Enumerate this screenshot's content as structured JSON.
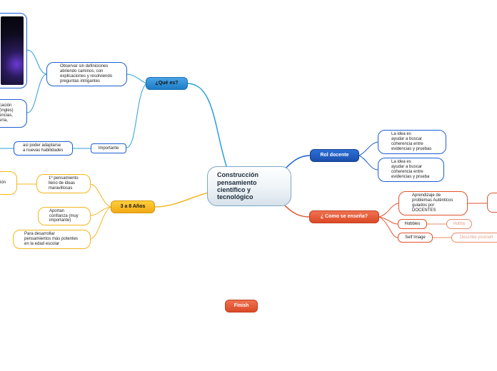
{
  "central": "Construcción\npensamiento\ncientífico y\ntecnológico",
  "branches": {
    "que_es": "¿Qué es?",
    "rol_docente": "Rol docente",
    "como_ensena": "¿ Como se enseña?",
    "anos": "3 a 8 Años",
    "finish": "Finish"
  },
  "que_es_children": {
    "observar": "Observar sin definiciones\nabriendo caminos, con\nexplicaciones y resolviendo\npreguntas intrigantes",
    "partial_node": "cación\n(ingles)\nencias,\nería,",
    "importante": "Importante",
    "adaptarse": "asi poder adaptarse\na nuevas habilidades"
  },
  "rol_docente_children": [
    "La idea es\nayudar a buscar\ncoherencia entre\nevidencias y pruebas",
    "La idea es\nayudar a buscar\ncoherencia entre\nevidencias y prueba"
  ],
  "como_ensena_children": {
    "aprendizaje": "Aprendizaje de\nproblemas Auténticos\nguiados por\nDOCENTES",
    "hobbies": "Hobbies",
    "hobby": "Hobby",
    "self_image": "Self Image",
    "describe": "Describe yourself"
  },
  "anos_children": {
    "primer": "1º pensamiento\nlleno de ideas\nmaravillosas",
    "aportan": "Aportan\nconfianza (muy\nimportante)",
    "desarrollar": "Para desarrollar\npensamientos más potentes\nen la edad escolar",
    "partial_left": "ión"
  },
  "colors": {
    "blue": "#1d5fd4",
    "light_blue": "#2aa0d8",
    "yellow": "#f3b61f",
    "red": "#e2522c"
  }
}
